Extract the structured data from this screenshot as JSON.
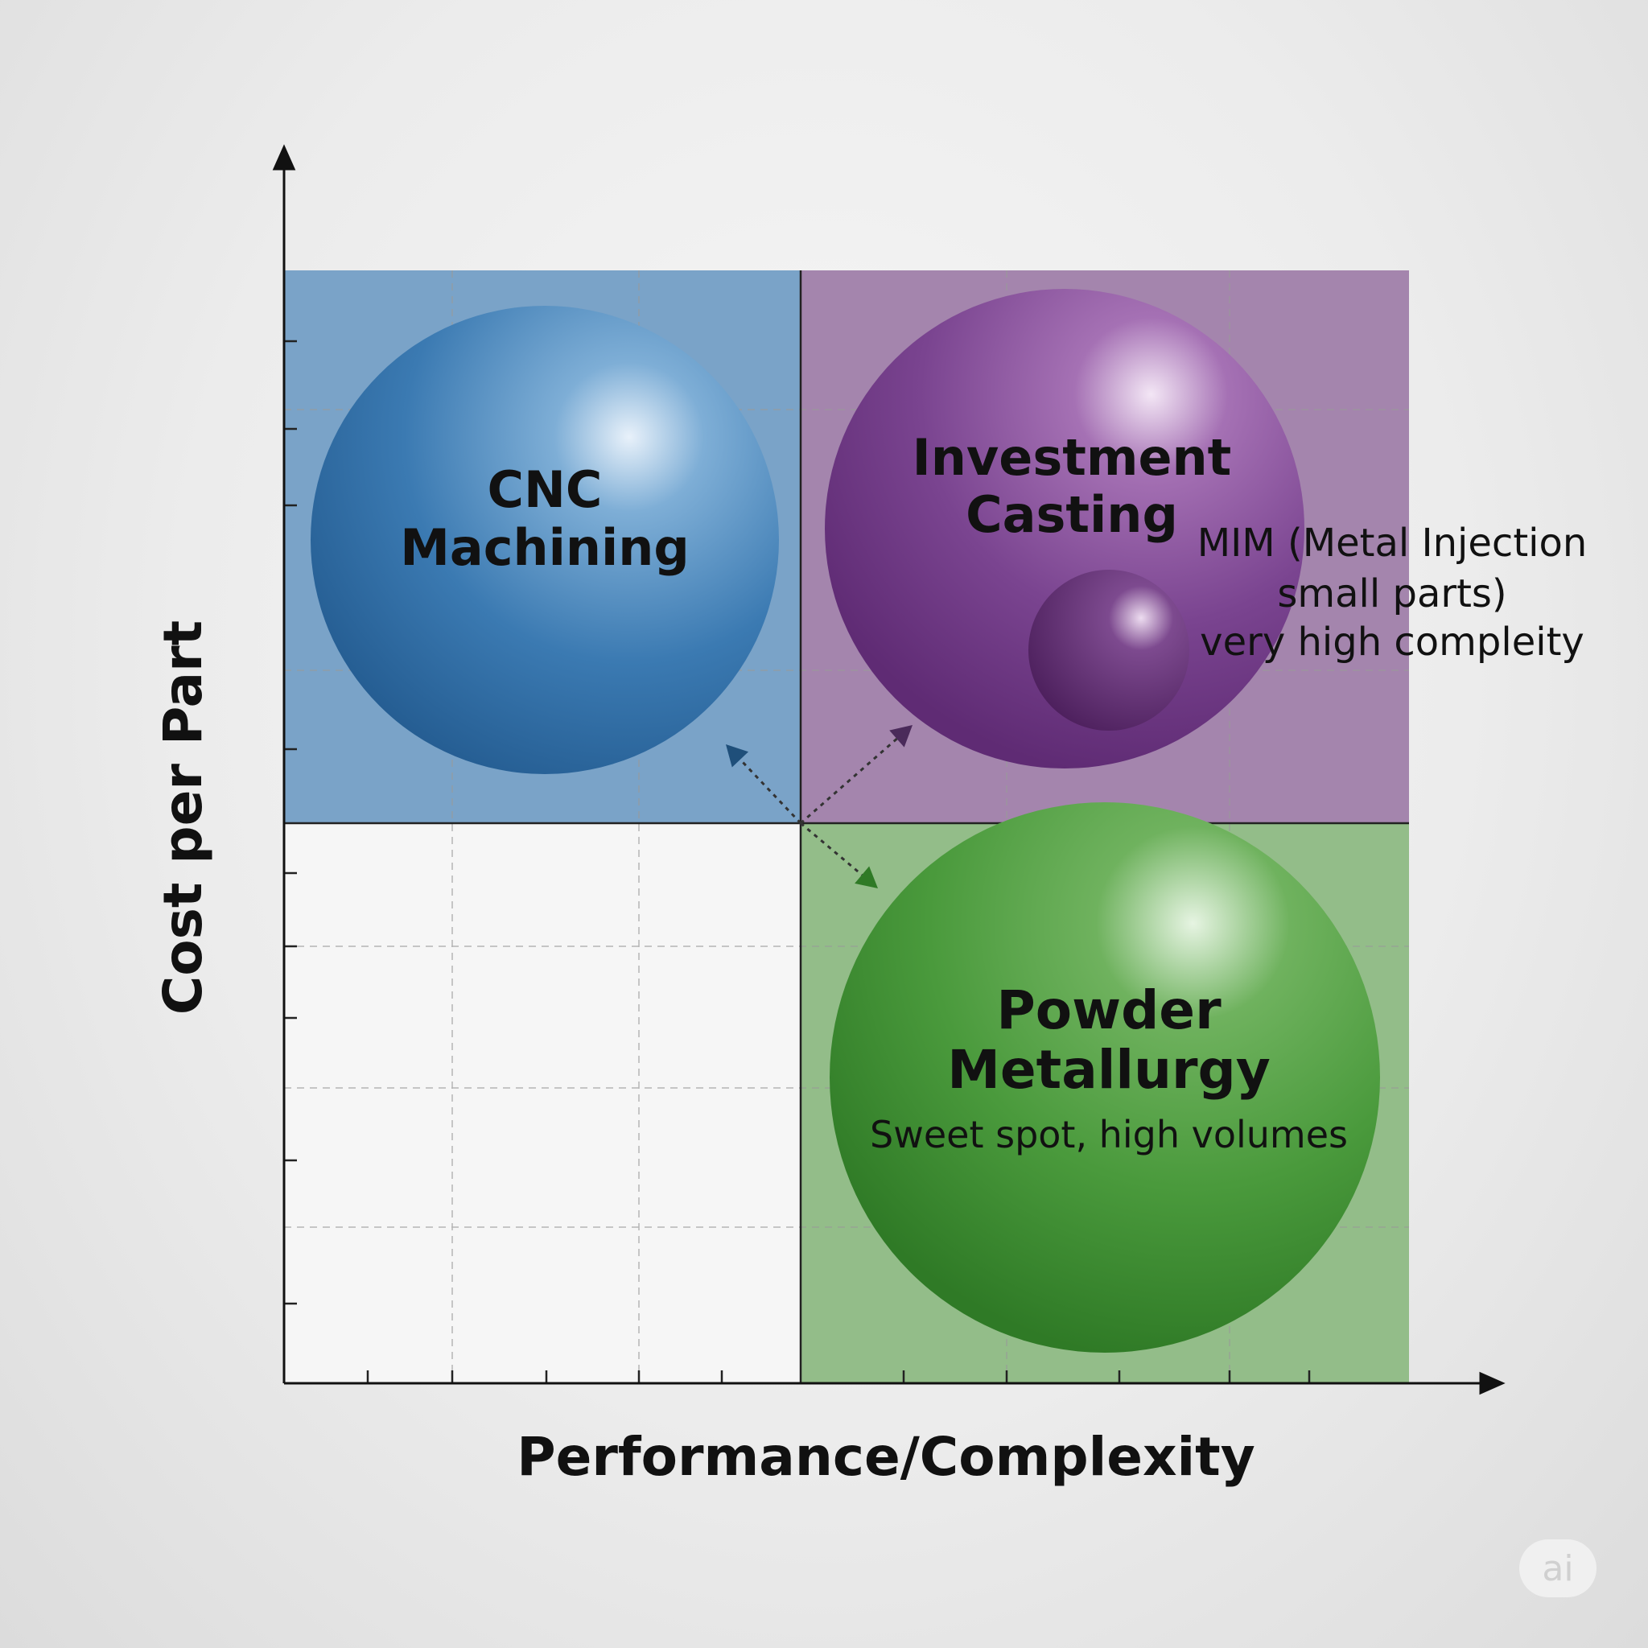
{
  "chart_data": {
    "type": "scatter",
    "title": "",
    "xlabel": "Performance/Complexity",
    "ylabel": "Cost per Part",
    "grid": true,
    "quadrants": [
      {
        "name": "top-left",
        "color": "#7aa3c8"
      },
      {
        "name": "top-right",
        "color": "#a485ad"
      },
      {
        "name": "bottom-left",
        "color": "#f6f6f6"
      },
      {
        "name": "bottom-right",
        "color": "#93bd89"
      }
    ],
    "bubbles": [
      {
        "id": "cnc",
        "lines": [
          "CNC",
          "Machining"
        ],
        "quadrant": "top-left",
        "size": "large",
        "color": "#3a78b0"
      },
      {
        "id": "investment",
        "lines": [
          "Investment",
          "Casting"
        ],
        "quadrant": "top-right",
        "size": "large",
        "color": "#7a3f8c"
      },
      {
        "id": "mim",
        "lines": [
          "MIM (Metal Injection",
          "small parts)",
          "very high compleity"
        ],
        "quadrant": "top-right",
        "size": "small",
        "color": "#5e2a6e"
      },
      {
        "id": "powder",
        "lines": [
          "Powder",
          "Metallurgy"
        ],
        "subtitle": "Sweet spot, high volumes",
        "quadrant": "bottom-right",
        "size": "largest",
        "color": "#4c9a3e"
      }
    ]
  },
  "watermark": "ai"
}
